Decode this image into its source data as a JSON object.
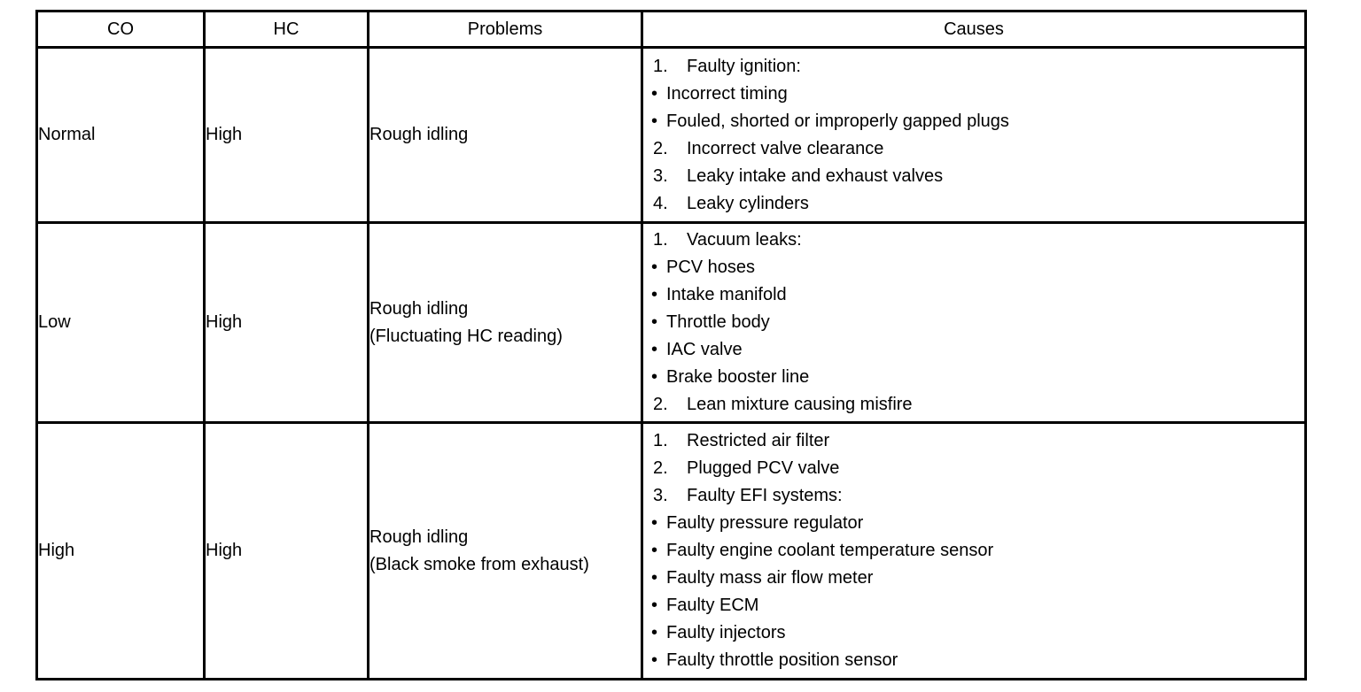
{
  "table": {
    "headers": [
      "CO",
      "HC",
      "Problems",
      "Causes"
    ],
    "rows": [
      {
        "co": "Normal",
        "hc": "High",
        "problems": [
          "Rough idling"
        ],
        "causes": [
          {
            "marker": "1.",
            "type": "num",
            "text": "Faulty ignition:"
          },
          {
            "marker": "•",
            "type": "bullet",
            "text": "Incorrect timing"
          },
          {
            "marker": "•",
            "type": "bullet",
            "text": "Fouled, shorted or improperly gapped plugs"
          },
          {
            "marker": "2.",
            "type": "num",
            "text": "Incorrect valve clearance"
          },
          {
            "marker": "3.",
            "type": "num",
            "text": "Leaky intake and exhaust valves"
          },
          {
            "marker": "4.",
            "type": "num",
            "text": "Leaky cylinders"
          }
        ]
      },
      {
        "co": "Low",
        "hc": "High",
        "problems": [
          "Rough idling",
          "(Fluctuating HC reading)"
        ],
        "causes": [
          {
            "marker": "1.",
            "type": "num",
            "text": "Vacuum leaks:"
          },
          {
            "marker": "•",
            "type": "bullet",
            "text": "PCV hoses"
          },
          {
            "marker": "•",
            "type": "bullet",
            "text": "Intake manifold"
          },
          {
            "marker": "•",
            "type": "bullet",
            "text": "Throttle body"
          },
          {
            "marker": "•",
            "type": "bullet",
            "text": "IAC valve"
          },
          {
            "marker": "•",
            "type": "bullet",
            "text": "Brake booster line"
          },
          {
            "marker": "2.",
            "type": "num",
            "text": "Lean mixture causing misfire"
          }
        ]
      },
      {
        "co": "High",
        "hc": "High",
        "problems": [
          "Rough idling",
          "(Black smoke from exhaust)"
        ],
        "causes": [
          {
            "marker": "1.",
            "type": "num",
            "text": "Restricted air filter"
          },
          {
            "marker": "2.",
            "type": "num",
            "text": "Plugged PCV valve"
          },
          {
            "marker": "3.",
            "type": "num",
            "text": "Faulty EFI systems:"
          },
          {
            "marker": "•",
            "type": "bullet",
            "text": "Faulty pressure regulator"
          },
          {
            "marker": "•",
            "type": "bullet",
            "text": "Faulty engine coolant temperature sensor"
          },
          {
            "marker": "•",
            "type": "bullet",
            "text": "Faulty mass air flow meter"
          },
          {
            "marker": "•",
            "type": "bullet",
            "text": "Faulty ECM"
          },
          {
            "marker": "•",
            "type": "bullet",
            "text": "Faulty injectors"
          },
          {
            "marker": "•",
            "type": "bullet",
            "text": "Faulty throttle position sensor"
          }
        ]
      }
    ]
  },
  "colors": {
    "border": "#000000",
    "text": "#000000",
    "background": "#ffffff"
  }
}
